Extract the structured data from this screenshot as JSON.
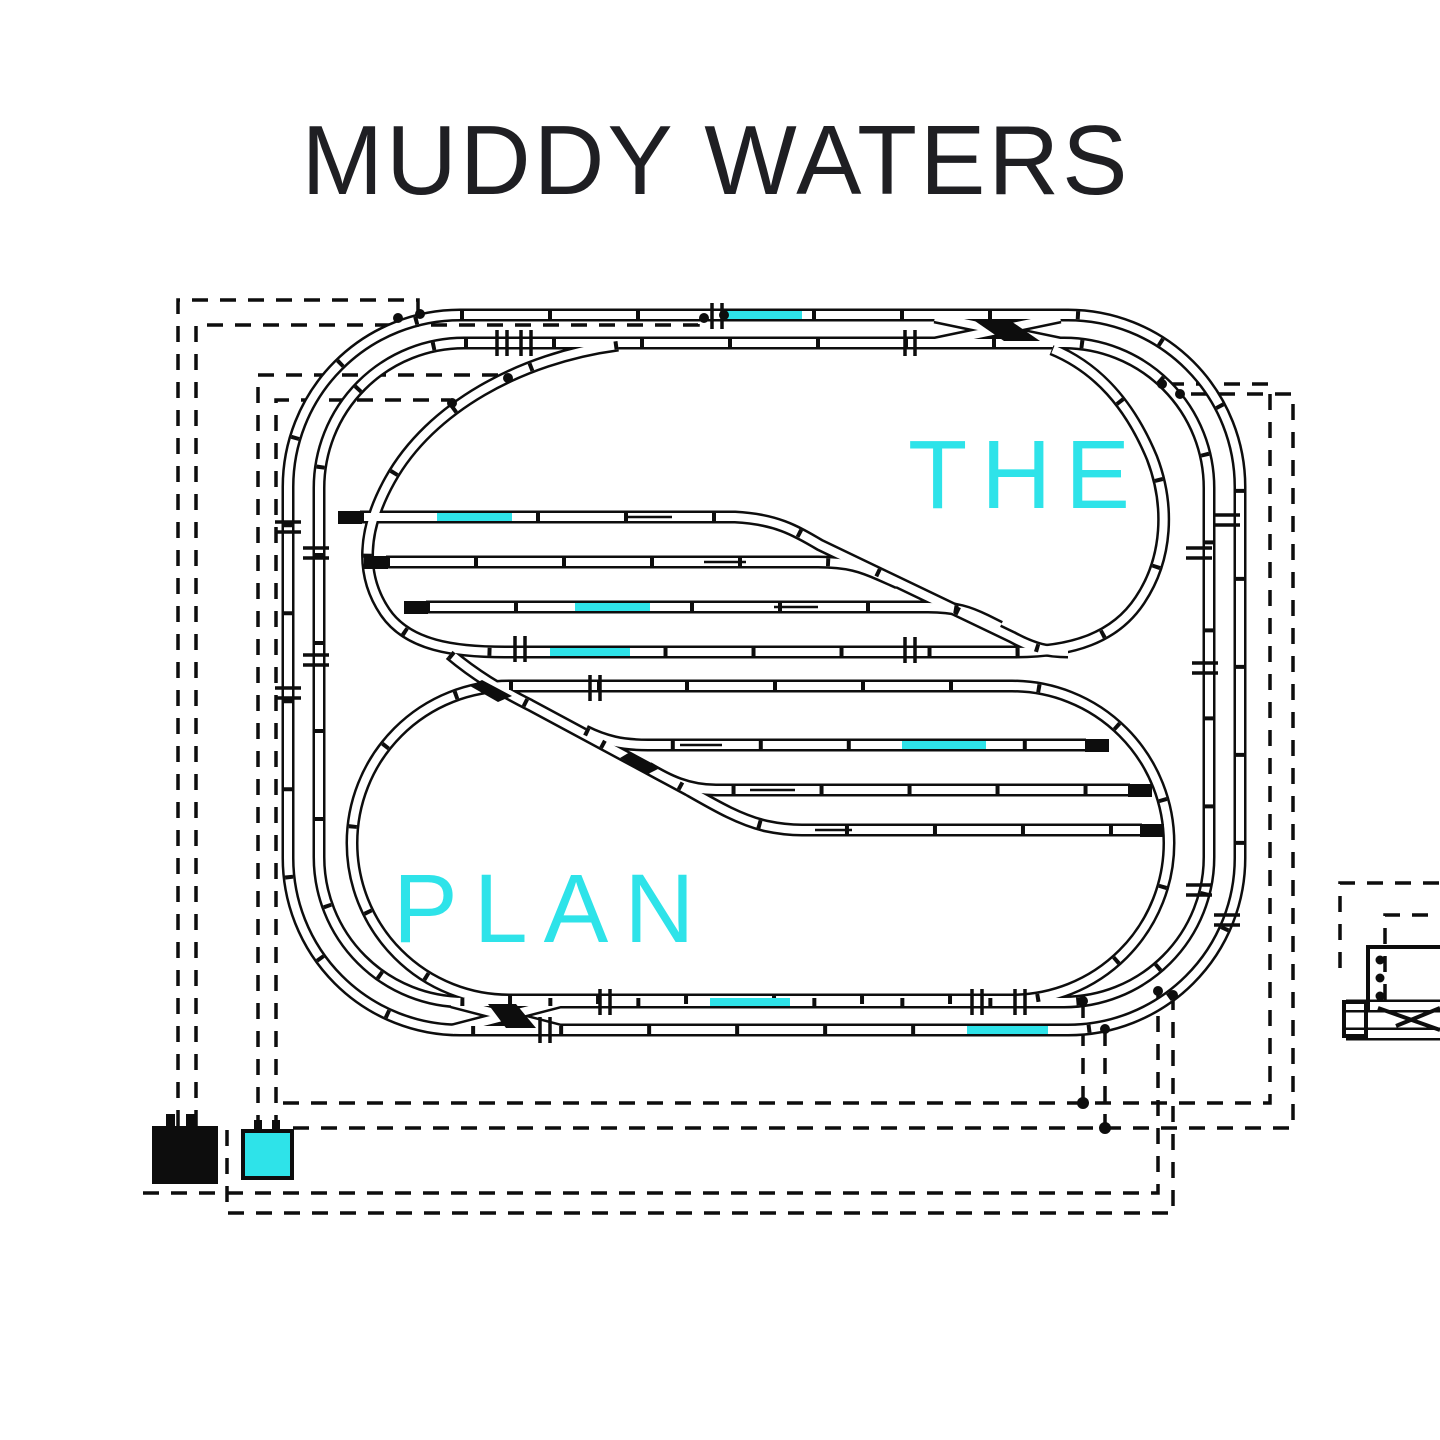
{
  "artwork": {
    "title": "MUDDY WATERS",
    "word_the": "THE",
    "word_plan": "PLAN"
  },
  "colors": {
    "ink": "#0d0d0d",
    "paper": "#ffffff",
    "cyan": "#2ee3e9",
    "title_ink": "#1f1f23"
  },
  "diagram": {
    "type": "model-railroad-track-plan",
    "highlighted_segment_count": 7,
    "controller_boxes": [
      "power-pack-black",
      "controller-cyan"
    ]
  }
}
